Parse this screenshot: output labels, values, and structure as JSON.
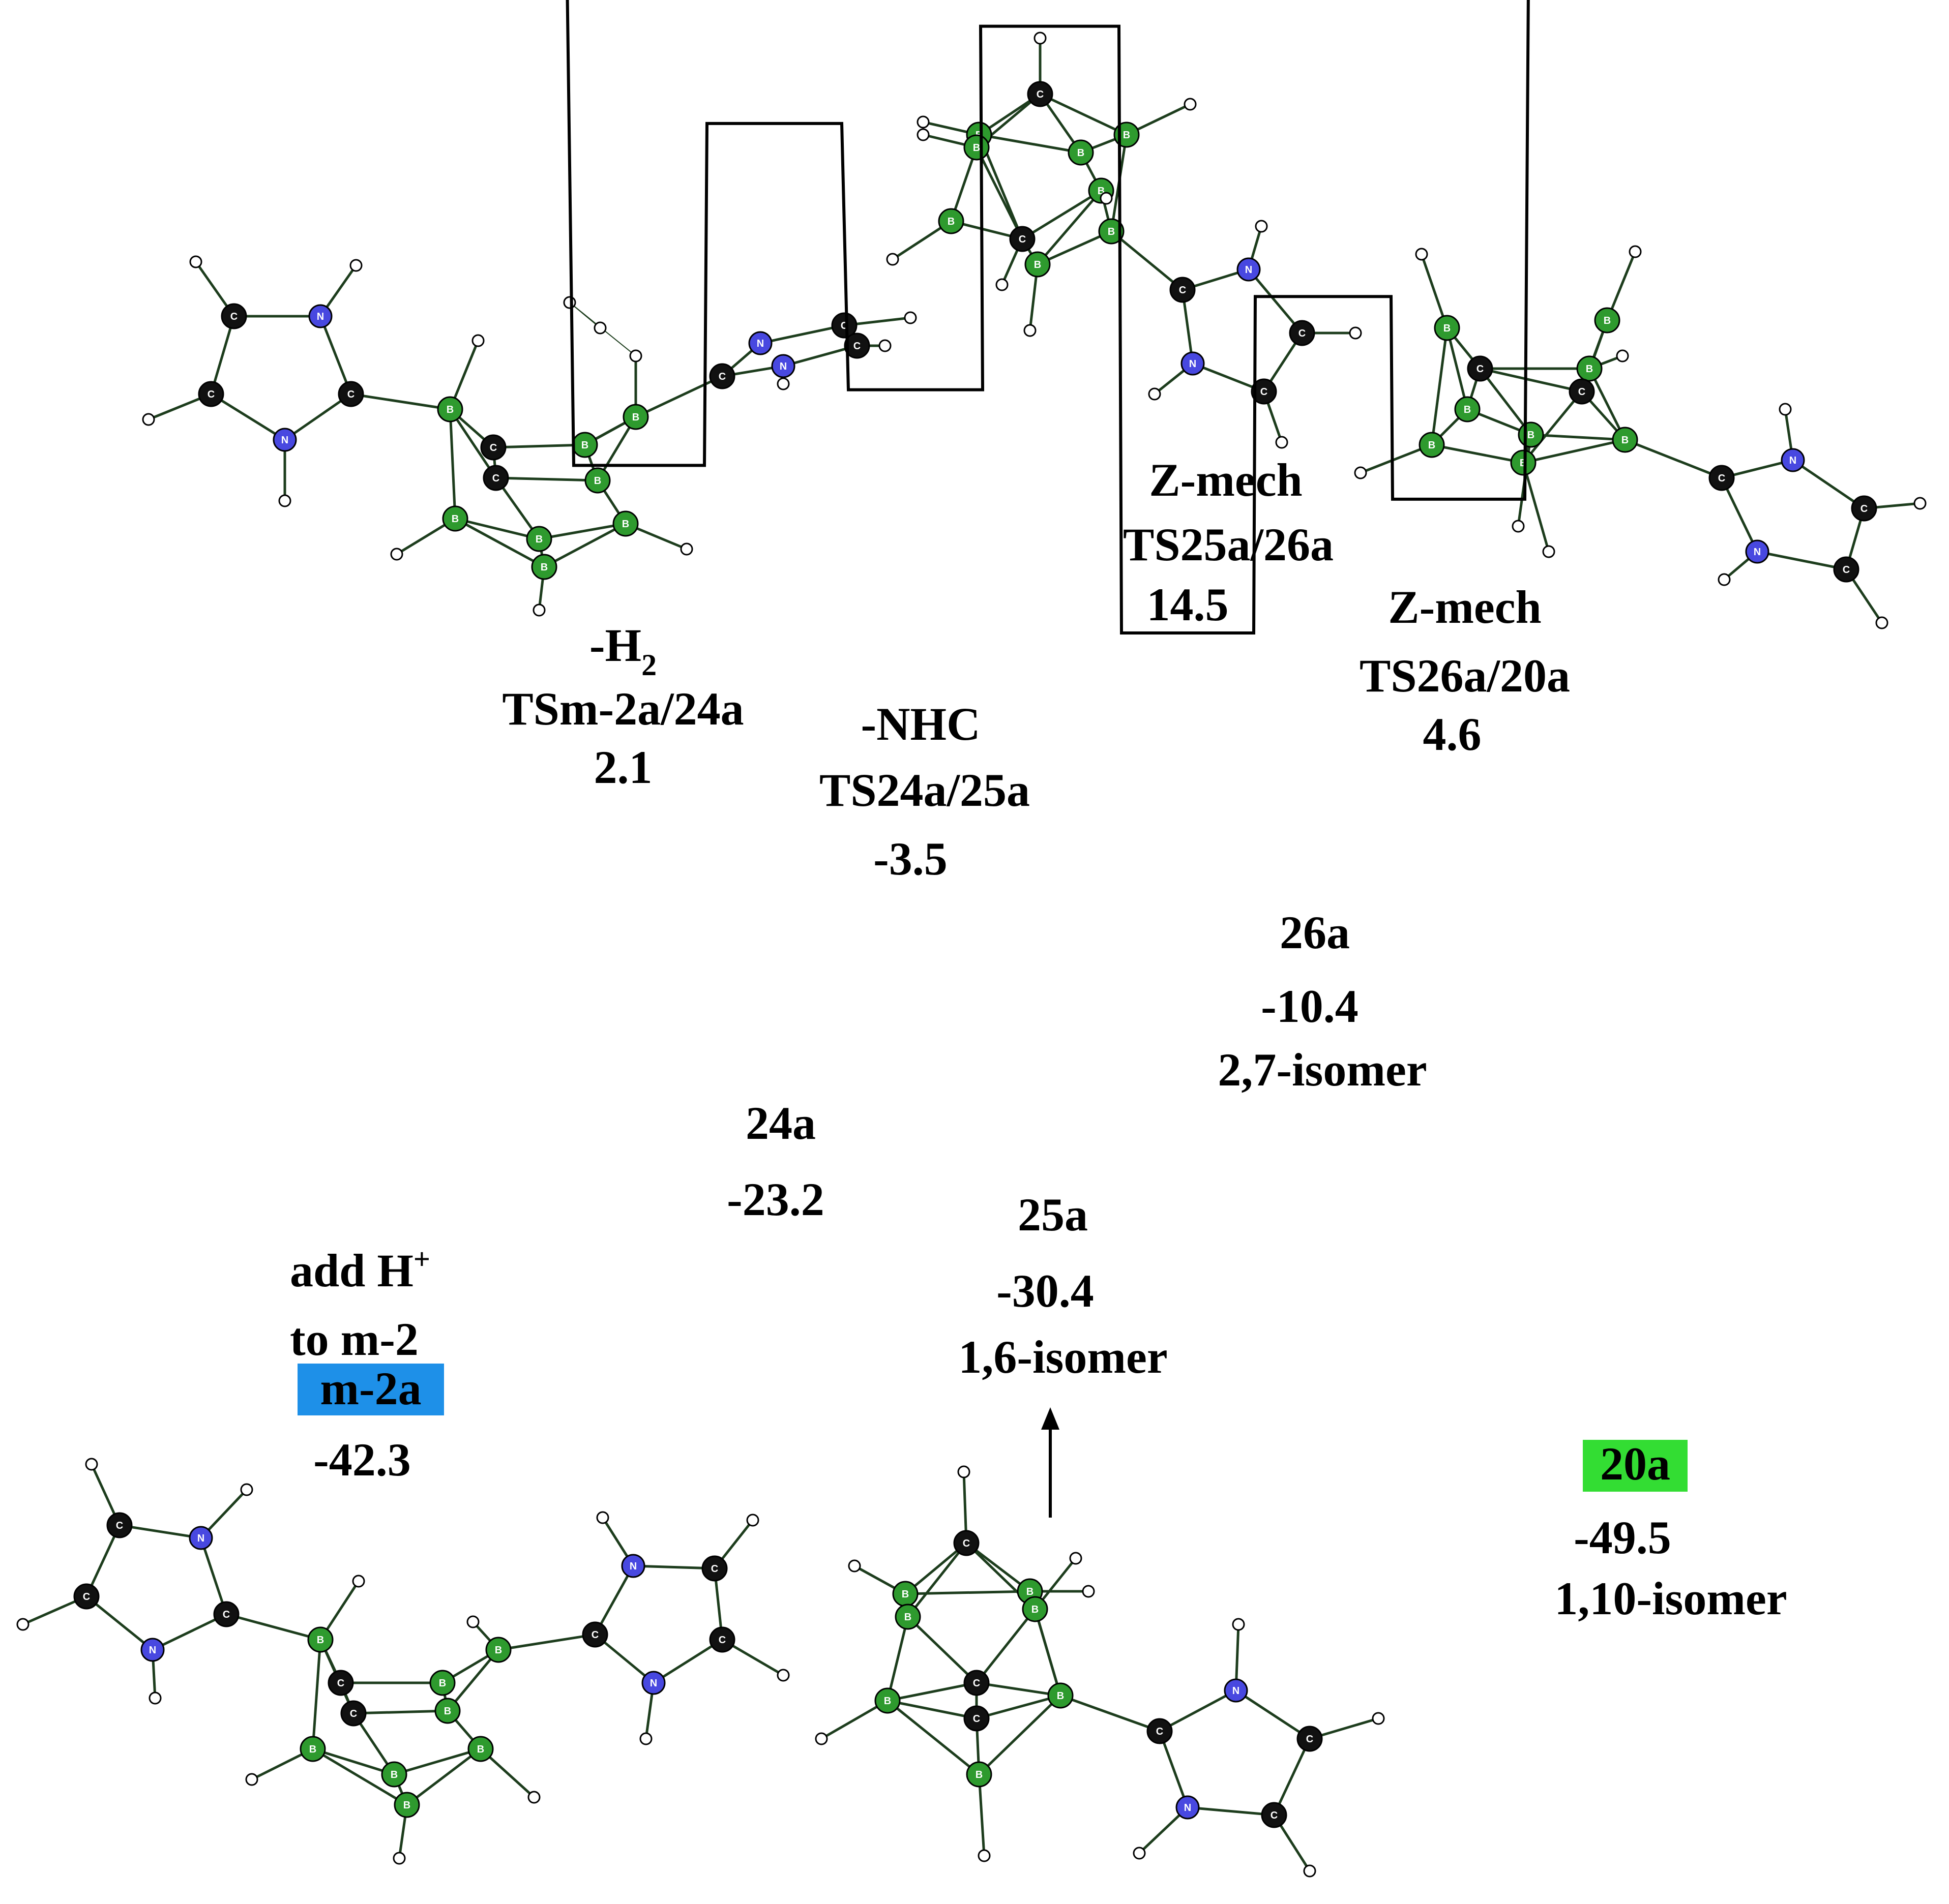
{
  "chart_data": {
    "type": "energy-profile",
    "title": "",
    "ylabel": "",
    "ylim": [
      -55,
      20
    ],
    "stages": [
      {
        "id": "m2a",
        "kind": "minimum",
        "labels": [
          "add H",
          "to m-2"
        ],
        "tag": "m-2a",
        "tag_color": "#1e90e8",
        "energy": -42.3,
        "energy_text": "-42.3"
      },
      {
        "id": "ts1",
        "kind": "ts",
        "labels": [
          "-H",
          "TSm-2a/24a"
        ],
        "energy": 2.1,
        "energy_text": "2.1"
      },
      {
        "id": "i24a",
        "kind": "minimum",
        "labels": [
          "24a"
        ],
        "energy": -23.2,
        "energy_text": "-23.2"
      },
      {
        "id": "ts2",
        "kind": "ts",
        "labels": [
          "-NHC",
          "TS24a/25a"
        ],
        "energy": -3.5,
        "energy_text": "-3.5"
      },
      {
        "id": "i25a",
        "kind": "minimum",
        "labels": [
          "25a"
        ],
        "energy": -30.4,
        "energy_text": "-30.4",
        "sub": "1,6-isomer"
      },
      {
        "id": "ts3",
        "kind": "ts",
        "labels": [
          "Z-mech",
          "TS25a/26a"
        ],
        "energy": 14.5,
        "energy_text": "14.5"
      },
      {
        "id": "i26a",
        "kind": "minimum",
        "labels": [
          "26a"
        ],
        "energy": -10.4,
        "energy_text": "-10.4",
        "sub": "2,7-isomer"
      },
      {
        "id": "ts4",
        "kind": "ts",
        "labels": [
          "Z-mech",
          "TS26a/20a"
        ],
        "energy": 4.6,
        "energy_text": "4.6"
      },
      {
        "id": "p20a",
        "kind": "minimum",
        "tag": "20a",
        "tag_color": "#33dd33",
        "energy": -49.5,
        "energy_text": "-49.5",
        "sub": "1,10-isomer"
      }
    ],
    "h_plus_sup": "+",
    "h2_sub": "2"
  },
  "atom_labels": {
    "boron": "B",
    "carbon": "C",
    "nitrogen": "N"
  },
  "colors": {
    "boron": "#2e9a2e",
    "carbon": "#111111",
    "nitrogen": "#4848e0",
    "hydrogen": "#ffffff",
    "bond": "#1d3d1d"
  }
}
